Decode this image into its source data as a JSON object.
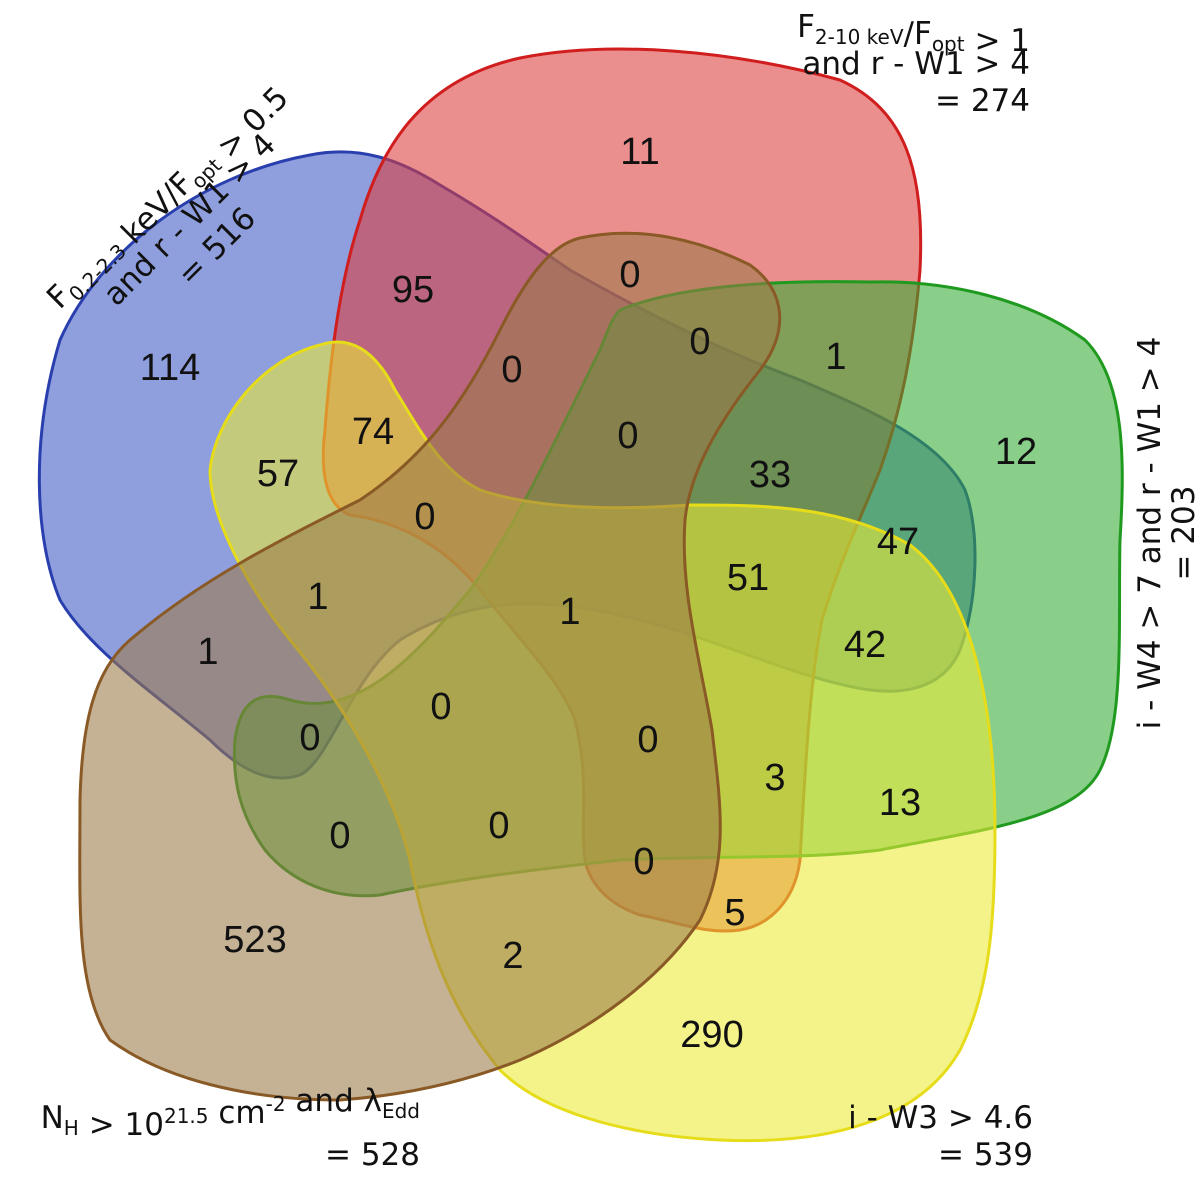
{
  "sets": [
    {
      "id": "blue",
      "name": "blue-set",
      "fill": "#3e58c4",
      "stroke": "#2a3fae",
      "label_lines": [
        {
          "bind": "F0.2-2.3 keV/Fopt > 0.5",
          "parts": [
            {
              "t": "F"
            },
            {
              "t": "0.2-2.3",
              "sub": true
            },
            {
              "t": " keV/F"
            },
            {
              "t": "opt",
              "sub": true
            },
            {
              "t": " > 0.5"
            }
          ]
        },
        {
          "bind": "and r - W1 > 4",
          "parts": [
            {
              "t": "and r - W1 > 4"
            }
          ]
        },
        {
          "bind": "= 516",
          "parts": [
            {
              "t": "= 516"
            }
          ]
        }
      ]
    },
    {
      "id": "red",
      "name": "red-set",
      "fill": "#dc3c3c",
      "stroke": "#d01d1d",
      "label_lines": [
        {
          "bind": "F2-10 keV/Fopt > 1",
          "parts": [
            {
              "t": "F"
            },
            {
              "t": "2-10 keV",
              "sub": true
            },
            {
              "t": "/F"
            },
            {
              "t": "opt",
              "sub": true
            },
            {
              "t": " > 1"
            }
          ]
        },
        {
          "bind": "and r - W1 > 4",
          "parts": [
            {
              "t": "and r - W1 > 4"
            }
          ]
        },
        {
          "bind": "= 274",
          "parts": [
            {
              "t": "= 274"
            }
          ]
        }
      ]
    },
    {
      "id": "green",
      "name": "green-set",
      "fill": "#34ad34",
      "stroke": "#1f9a1f",
      "label_lines": [
        {
          "bind": "i - W4 > 7 and r - W1 > 4",
          "parts": [
            {
              "t": "i - W4 > 7 and r - W1 > 4"
            }
          ]
        },
        {
          "bind": "= 203",
          "parts": [
            {
              "t": "= 203"
            }
          ]
        }
      ]
    },
    {
      "id": "yellow",
      "name": "yellow-set",
      "fill": "#eaea35",
      "stroke": "#e6dc1a",
      "label_lines": [
        {
          "bind": "i - W3 > 4.6",
          "parts": [
            {
              "t": "i - W3 > 4.6"
            }
          ]
        },
        {
          "bind": "= 539",
          "parts": [
            {
              "t": "= 539"
            }
          ]
        }
      ]
    },
    {
      "id": "brown",
      "name": "brown-set",
      "fill": "#9b7a48",
      "stroke": "#8a5a26",
      "label_lines": [
        {
          "bind": "NH > 10^21.5 cm^-2 and λEdd",
          "parts": [
            {
              "t": "N"
            },
            {
              "t": "H",
              "sub": true
            },
            {
              "t": " > 10"
            },
            {
              "t": "21.5",
              "sup": true
            },
            {
              "t": " cm"
            },
            {
              "t": "-2",
              "sup": true
            },
            {
              "t": " and λ"
            },
            {
              "t": "Edd",
              "sub": true
            }
          ]
        },
        {
          "bind": "= 528",
          "parts": [
            {
              "t": "= 528"
            }
          ]
        }
      ]
    }
  ],
  "regions": [
    {
      "v": "11"
    },
    {
      "v": "95"
    },
    {
      "v": "0"
    },
    {
      "v": "0"
    },
    {
      "v": "0"
    },
    {
      "v": "1"
    },
    {
      "v": "114"
    },
    {
      "v": "74"
    },
    {
      "v": "57"
    },
    {
      "v": "0"
    },
    {
      "v": "0"
    },
    {
      "v": "33"
    },
    {
      "v": "12"
    },
    {
      "v": "47"
    },
    {
      "v": "51"
    },
    {
      "v": "1"
    },
    {
      "v": "1"
    },
    {
      "v": "1"
    },
    {
      "v": "42"
    },
    {
      "v": "0"
    },
    {
      "v": "0"
    },
    {
      "v": "0"
    },
    {
      "v": "3"
    },
    {
      "v": "13"
    },
    {
      "v": "0"
    },
    {
      "v": "0"
    },
    {
      "v": "0"
    },
    {
      "v": "5"
    },
    {
      "v": "523"
    },
    {
      "v": "2"
    },
    {
      "v": "290"
    }
  ]
}
